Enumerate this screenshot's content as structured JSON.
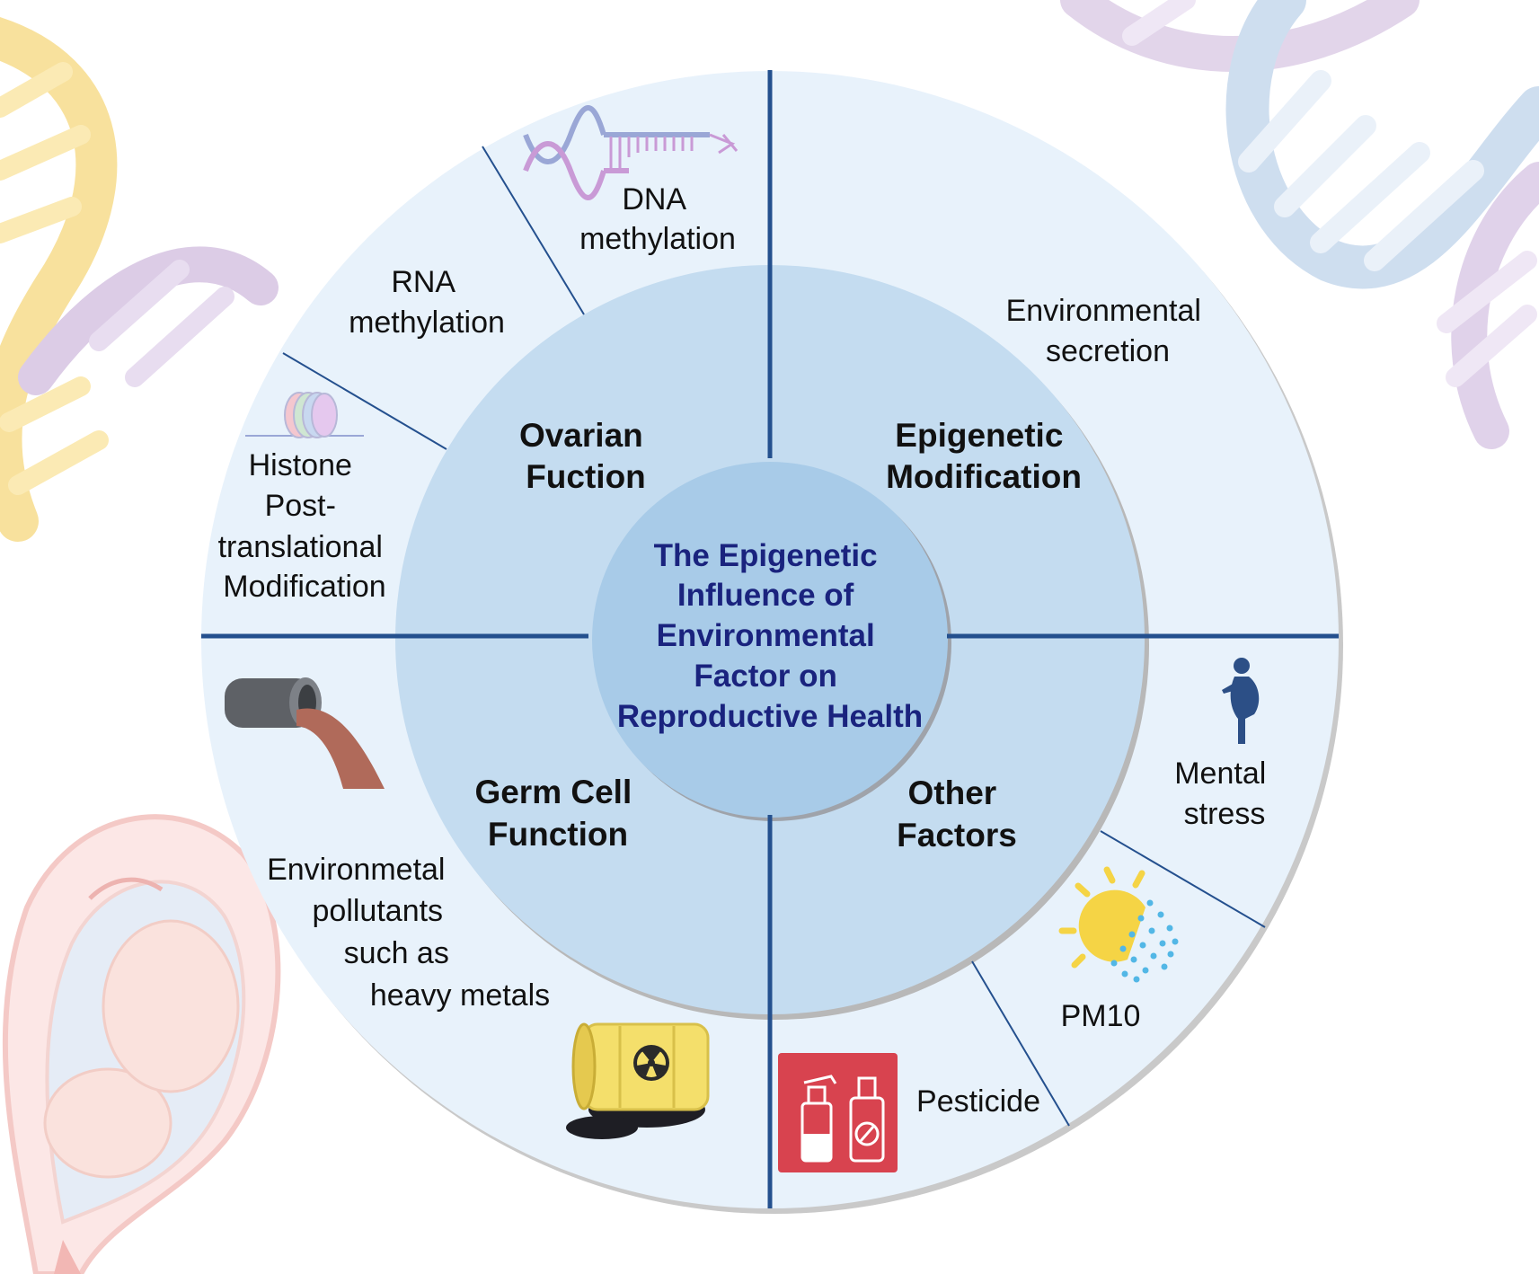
{
  "center": {
    "lines": [
      "The Epigenetic",
      "Influence of",
      "Environmental",
      "Factor on",
      "Reproductive Health"
    ]
  },
  "quadrants": {
    "ovarian": [
      "Ovarian",
      "Fuction"
    ],
    "epigenetic": [
      "Epigenetic",
      "Modification"
    ],
    "germ": [
      "Germ Cell",
      "Function"
    ],
    "other": [
      "Other",
      "Factors"
    ]
  },
  "labels": {
    "dna": [
      "DNA",
      "methylation"
    ],
    "rna": [
      "RNA",
      "methylation"
    ],
    "histone": [
      "Histone",
      "Post-",
      "translational",
      "Modification"
    ],
    "env_secretion": [
      "Environmental",
      "secretion"
    ],
    "mental": [
      "Mental",
      "stress"
    ],
    "pm10": "PM10",
    "pesticide": "Pesticide",
    "pollutants": [
      "Environmetal",
      "pollutants",
      "such as",
      "heavy metals"
    ]
  },
  "icons": {
    "dna_strand": "dna-strand-icon",
    "histone": "histone-icon",
    "pipe": "pipe-pollution-icon",
    "barrel": "radioactive-barrel-icon",
    "pesticide": "spray-bottles-icon",
    "sun_particles": "sun-particles-icon",
    "pregnant_woman": "pregnant-woman-icon",
    "dna_yellow": "dna-helix-icon",
    "dna_blue": "dna-helix-icon",
    "fetus": "fetus-in-uterus-icon"
  },
  "colors": {
    "outer_ring": "#e8f2fb",
    "middle_ring": "#c4dcf0",
    "center_disc": "#a8cbe8",
    "divider": "#24508e",
    "center_text": "#1a237e"
  }
}
